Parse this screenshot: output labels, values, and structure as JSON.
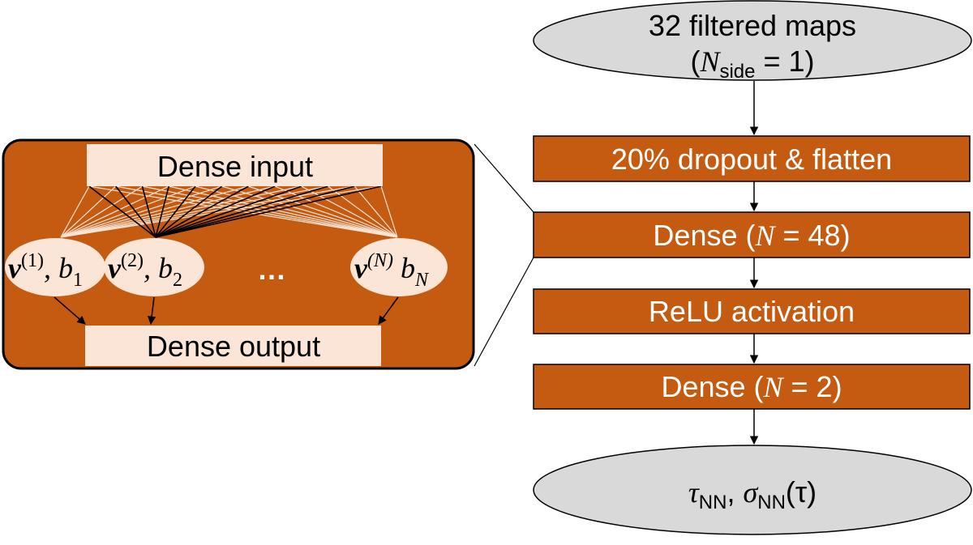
{
  "colors": {
    "orange": "#C55A11",
    "light": "#FBE5D6",
    "gray": "#D9D9D9",
    "edge": "#000000"
  },
  "pipeline": {
    "input": {
      "line1": "32 filtered maps",
      "line2_open": "(",
      "line2_var": "N",
      "line2_sub": "side",
      "line2_rest": " = 1)"
    },
    "steps": [
      {
        "label": "20% dropout & flatten"
      },
      {
        "prefix": "Dense (",
        "var": "N",
        "suffix": " = 48)"
      },
      {
        "label": "ReLU activation"
      },
      {
        "prefix": "Dense (",
        "var": "N",
        "suffix": " = 2)"
      }
    ],
    "output": {
      "tau": "τ",
      "tau_sub": "NN",
      "sep": ",  ",
      "sigma": "σ",
      "sigma_sub": "NN",
      "arg": "(τ)"
    }
  },
  "detail": {
    "input_label": "Dense input",
    "output_label": "Dense output",
    "ellipsis": "…",
    "neurons": [
      {
        "v": "v",
        "sup": "(1)",
        "sep": ", ",
        "b": "b",
        "sub": "1"
      },
      {
        "v": "v",
        "sup": "(2)",
        "sep": ", ",
        "b": "b",
        "sub": "2"
      },
      {
        "v": "v",
        "sup": "(N)",
        "sep": " ",
        "b": "b",
        "sub": "N"
      }
    ]
  }
}
